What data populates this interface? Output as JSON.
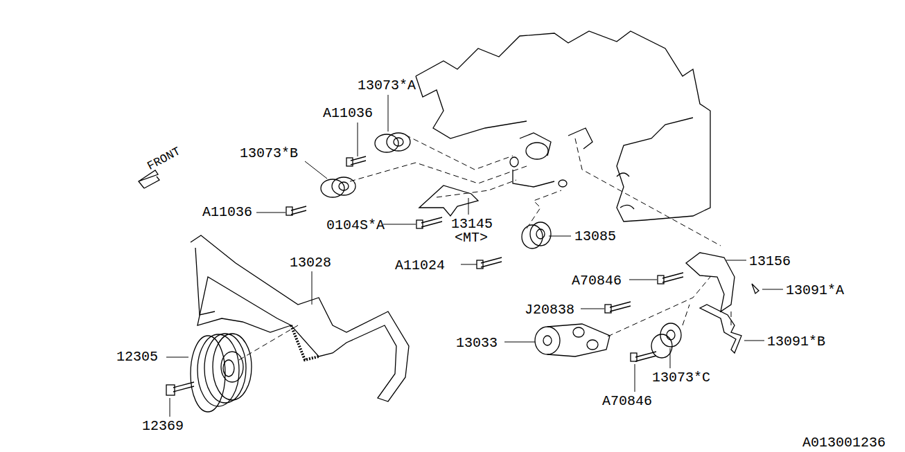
{
  "diagram": {
    "labels": [
      "13073*A",
      "A11036",
      "13073*B",
      "A11036",
      "0104S*A",
      "13145",
      "<MT>",
      "13085",
      "A11024",
      "13156",
      "A70846",
      "13091*A",
      "J20838",
      "13033",
      "13091*B",
      "A70846",
      "13073*C",
      "13028",
      "12305",
      "12369",
      "FRONT",
      "A013001236"
    ]
  }
}
